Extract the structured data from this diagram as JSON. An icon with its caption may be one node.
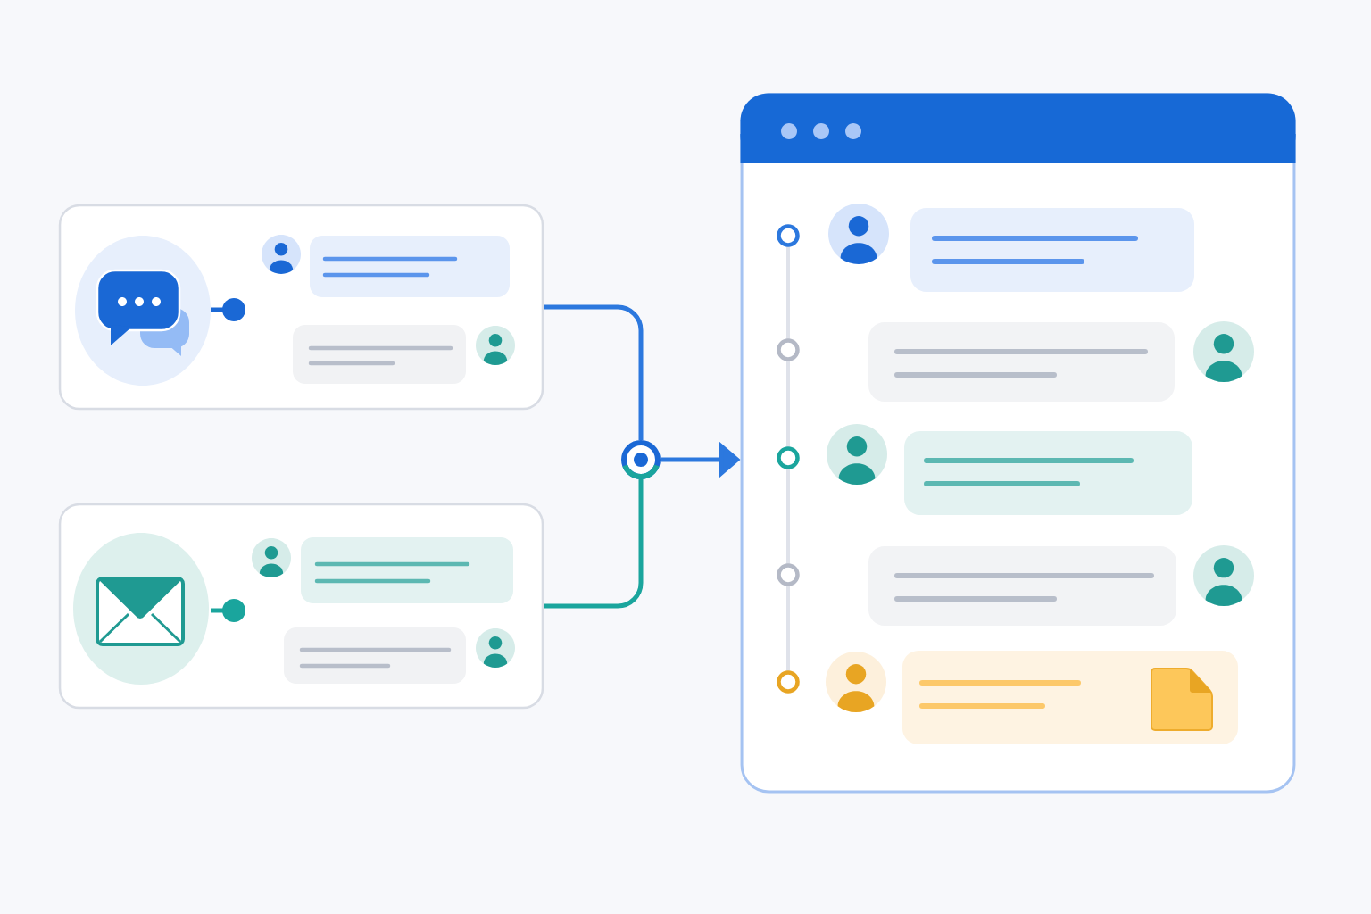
{
  "diagram": {
    "nodes": [
      {
        "text": [],
        "shape": "box"
      },
      {
        "text": [],
        "shape": "box"
      },
      {
        "text": [],
        "shape": "circle"
      },
      {
        "text": [],
        "shape": "box"
      }
    ],
    "edges": [
      {
        "from": 0,
        "to": 2,
        "arrow": "none"
      },
      {
        "from": 1,
        "to": 2,
        "arrow": "none",
        "color": "#1aa59d"
      },
      {
        "from": 2,
        "to": 3,
        "arrow": "to"
      }
    ]
  }
}
